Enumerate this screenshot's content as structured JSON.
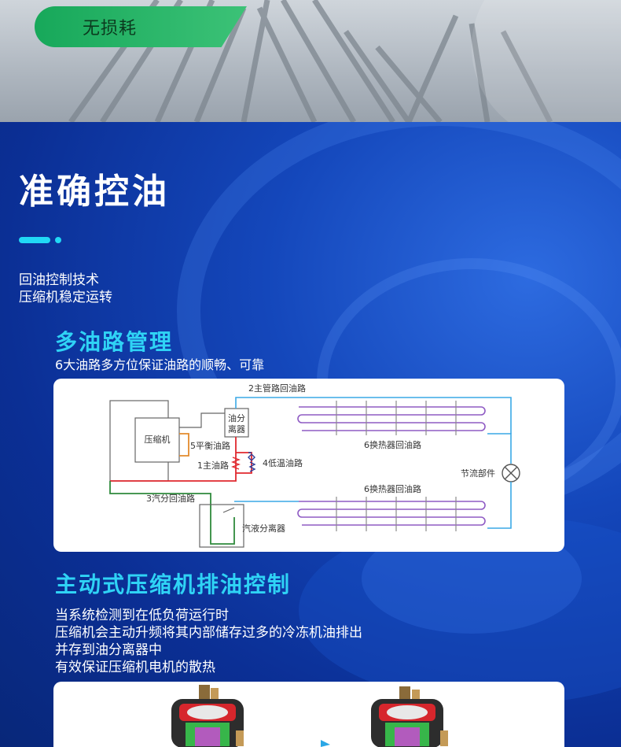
{
  "hero": {
    "badge_label": "无损耗"
  },
  "section": {
    "title": "准确控油",
    "intro_lines": [
      "回油控制技术",
      "压缩机稳定运转"
    ]
  },
  "multi_oil": {
    "heading": "多油路管理",
    "subtitle": "6大油路多方位保证油路的顺畅、可靠"
  },
  "diagram": {
    "labels": {
      "main_return": "2主管路回油路",
      "separator_l1": "油分",
      "separator_l2": "离器",
      "compressor": "压缩机",
      "balance": "5平衡油路",
      "main_oil": "1主油路",
      "low_temp": "4低温油路",
      "hx_top": "6换热器回油路",
      "throttle": "节流部件",
      "vapor_return": "3汽分回油路",
      "hx_bottom": "6换热器回油路",
      "gas_liquid": "汽液分离器"
    },
    "colors": {
      "coil": "#8f5bc4",
      "blue_line": "#3aa9e6",
      "red_line": "#e0292f",
      "green_line": "#2f8a3c",
      "orange_line": "#e38b2c"
    }
  },
  "active_control": {
    "heading": "主动式压缩机排油控制",
    "lines": [
      "当系统检测到在低负荷运行时",
      "压缩机会主动升频将其内部储存过多的冷冻机油排出",
      "并存到油分离器中",
      "有效保证压缩机电机的散热"
    ]
  }
}
